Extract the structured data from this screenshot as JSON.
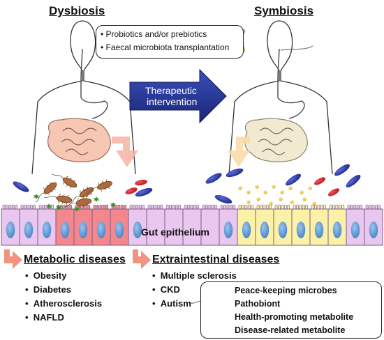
{
  "titles": {
    "left": "Dysbiosis",
    "right": "Symbiosis"
  },
  "callout": {
    "items": [
      "Probiotics and/or prebiotics",
      "Faecal microbiota transplantation"
    ]
  },
  "intervention_arrow": {
    "line1": "Therapeutic",
    "line2": "intervention",
    "color": "#22338f"
  },
  "epithelium_label": "Gut epithelium",
  "metabolic": {
    "heading": "Metabolic diseases",
    "items": [
      "Obesity",
      "Diabetes",
      "Atherosclerosis",
      "NAFLD"
    ]
  },
  "extraintestinal": {
    "heading": "Extraintestinal diseases",
    "items": [
      "Multiple sclerosis",
      "CKD",
      "Autism"
    ]
  },
  "legend": {
    "items": [
      {
        "label": "Peace-keeping microbes",
        "icon": "blue-rod-icon"
      },
      {
        "label": "Pathobiont",
        "icon": "pathobiont-icon"
      },
      {
        "label": "Health-promoting metabolite",
        "icon": "yellow-dot-icon"
      },
      {
        "label": "Disease-related metabolite",
        "icon": "green-star-icon"
      }
    ]
  },
  "colors": {
    "cell_purple": "#e9c7ee",
    "cell_red": "#f3878c",
    "cell_yellow": "#fbf2a8",
    "nucleus": "#5b9ad8",
    "arrow_salmon": "#f2937d",
    "microbe_blue": "#26309a",
    "microbe_red": "#d41c22"
  }
}
